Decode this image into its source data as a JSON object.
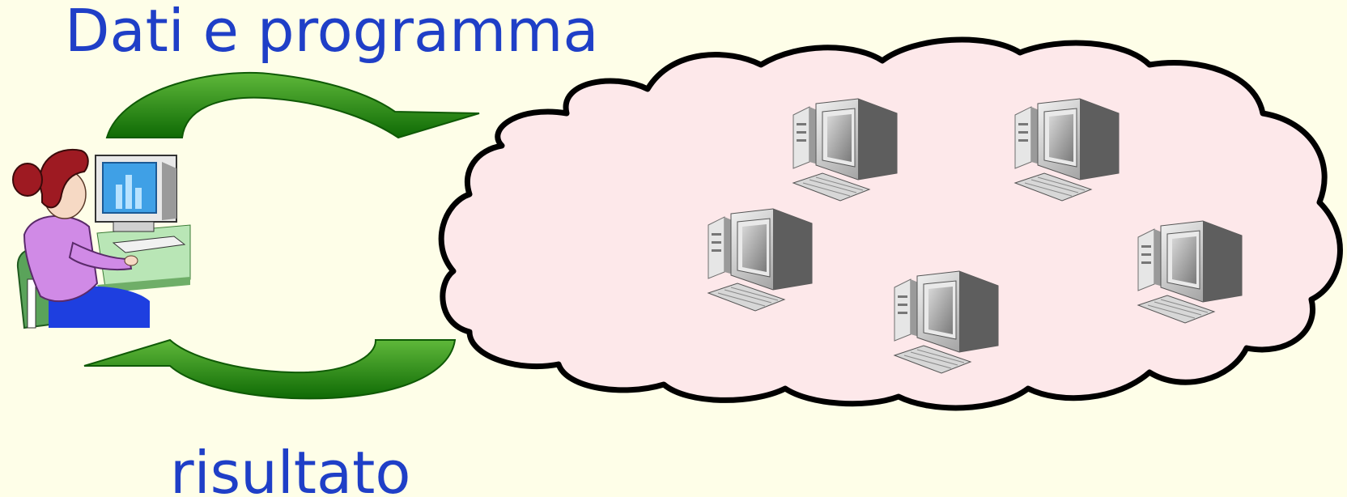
{
  "diagram": {
    "top_label": "Dati e programma",
    "bottom_label": "risultato",
    "user": {
      "icon": "user-at-computer-icon"
    },
    "network": {
      "node_icon": "desktop-computer-icon",
      "node_count": 5
    },
    "colors": {
      "background": "#fefee8",
      "text": "#1f3fc7",
      "cloud_fill": "#fde8ea",
      "cloud_stroke": "#000000",
      "arrow_fill": "#1e8a0f"
    }
  }
}
